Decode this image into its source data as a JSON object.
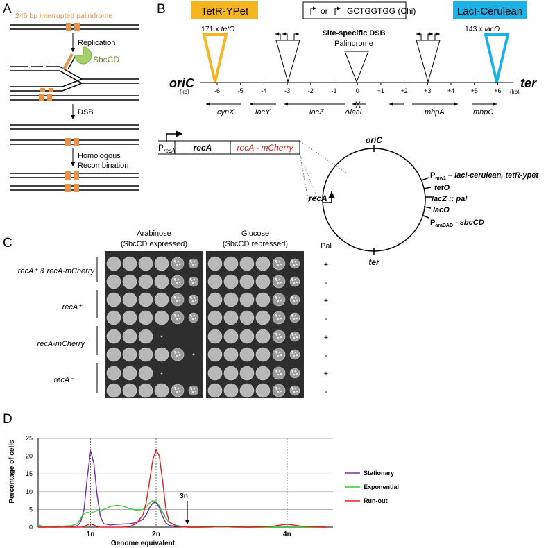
{
  "panels": {
    "a": "A",
    "b": "B",
    "c": "C",
    "d": "D"
  },
  "panel_a": {
    "title": "246 bp interrupted palindrome",
    "sbccd": "SbcCD",
    "step1": "Replication",
    "step2": "DSB",
    "step3a": "Homologous",
    "step3b": "Recombination",
    "colors": {
      "palindrome": "#e8914a",
      "sbccd": "#7db346",
      "sbccd_text": "#5b8a2a"
    }
  },
  "panel_b": {
    "tetr_box": "TetR-YPet",
    "tetr_count": "171 x ",
    "tetr_site": "tetO",
    "laci_box": "LacI-Cerulean",
    "laci_count": "143 x ",
    "laci_site": "lacO",
    "chi_or": "or",
    "chi_seq": "GCTGGTGG (Chi)",
    "dsb_title": "Site-specific DSB",
    "dsb_sub": "Palindrome",
    "oric": "oriC",
    "ter": "ter",
    "kb": "(kb)",
    "ticks": [
      "-6",
      "-5",
      "-4",
      "-3",
      "-2",
      "-1",
      "0",
      "+1",
      "+2",
      "+3",
      "+4",
      "+5",
      "+6"
    ],
    "genes": {
      "cynx": "cynX",
      "lacy": "lacY",
      "lacz": "lacZ",
      "dlaci": "ΔlacI",
      "mhpa": "mhpA",
      "mhpc": "mhpC"
    },
    "construct": {
      "promoter": "P",
      "promoter_sub": "recA",
      "reca": "recA",
      "fusion": "recA - mCherry"
    },
    "circle": {
      "oric": "oriC",
      "ter": "ter",
      "reca": "recA",
      "l1_p": "P",
      "l1_sub": "mw1",
      "l1_rest": " – lacI-cerulean, tetR-ypet",
      "l2": "tetO",
      "l3": "lacZ :: pal",
      "l4": "lacO",
      "l5_p": "P",
      "l5_sub": "araBAD",
      "l5_rest": " - sbcCD"
    },
    "colors": {
      "tetr": "#f5b520",
      "laci": "#1ab2e8",
      "fusion_text": "#d41f1f"
    }
  },
  "panel_c": {
    "left_title1": "Arabinose",
    "left_title2": "(SbcCD expressed)",
    "right_title1": "Glucose",
    "right_title2": "(SbcCD repressed)",
    "pal_header": "Pal",
    "strains": [
      "recA⁺ & recA-mCherry",
      "recA⁺",
      "recA-mCherry",
      "recA⁻"
    ],
    "pal_signs": [
      "+",
      "-",
      "+",
      "-",
      "+",
      "-",
      "+",
      "-"
    ]
  },
  "panel_d": {
    "ylabel": "Percentage of cells",
    "xlabel": "Genome equivalent",
    "yticks": [
      "0",
      "5",
      "10",
      "15",
      "20",
      "25"
    ],
    "xticks": [
      "1n",
      "2n",
      "4n"
    ],
    "annotation": "3n"
  },
  "chart_data": {
    "type": "line",
    "title": "",
    "xlabel": "Genome equivalent",
    "ylabel": "Percentage of cells",
    "ylim": [
      0,
      25
    ],
    "x_ticks": [
      "1n",
      "2n",
      "4n"
    ],
    "annotations": [
      "3n"
    ],
    "legend_position": "right",
    "grid": true,
    "x": [
      0.2,
      0.3,
      0.4,
      0.5,
      0.6,
      0.7,
      0.8,
      0.85,
      0.9,
      0.95,
      1.0,
      1.05,
      1.1,
      1.15,
      1.2,
      1.3,
      1.4,
      1.5,
      1.6,
      1.7,
      1.8,
      1.85,
      1.9,
      1.95,
      2.0,
      2.05,
      2.1,
      2.15,
      2.2,
      2.3,
      2.4,
      2.5,
      2.6,
      2.8,
      3.0,
      3.2,
      3.4,
      3.6,
      3.8,
      3.9,
      4.0,
      4.1,
      4.2,
      4.4,
      4.6
    ],
    "series": [
      {
        "name": "Stationary",
        "color": "#7030a0",
        "values": [
          0,
          0,
          0.1,
          0.3,
          0.2,
          0.1,
          0.4,
          1.5,
          5,
          14,
          21.5,
          18,
          9,
          3,
          1,
          0.6,
          0.8,
          0.9,
          1.0,
          1.3,
          2.2,
          3.5,
          5.5,
          6.8,
          7.0,
          5.5,
          3,
          1.2,
          0.5,
          0.2,
          0.1,
          0,
          0,
          0,
          0.1,
          0,
          0,
          0,
          0,
          0,
          0,
          0,
          0,
          0,
          0
        ]
      },
      {
        "name": "Exponential",
        "color": "#33cc33",
        "values": [
          0.6,
          0.1,
          0,
          0,
          0.3,
          0.4,
          1.0,
          2.5,
          3.8,
          4.2,
          4.0,
          4.3,
          4.7,
          4.5,
          5.0,
          5.8,
          6.2,
          5.9,
          5.2,
          4.8,
          5.0,
          5.8,
          6.8,
          7.5,
          7.2,
          6.0,
          4.2,
          2.5,
          1.3,
          0.5,
          0.2,
          0.1,
          0,
          0,
          0.1,
          0,
          0,
          0,
          0,
          0,
          0,
          0,
          0,
          0,
          0
        ]
      },
      {
        "name": "Run-out",
        "color": "#e02020",
        "values": [
          0,
          0,
          0,
          0,
          0,
          0,
          0,
          0,
          0.2,
          0.6,
          0.9,
          0.6,
          0.2,
          0,
          0,
          0,
          0,
          0,
          0.2,
          1.0,
          3.5,
          7,
          13,
          19,
          21.8,
          20,
          13,
          5,
          1.5,
          0.4,
          0.1,
          0,
          0,
          0.1,
          0.2,
          0.1,
          0,
          0.1,
          0.3,
          0.6,
          0.8,
          0.6,
          0.3,
          0.1,
          0
        ]
      }
    ]
  }
}
